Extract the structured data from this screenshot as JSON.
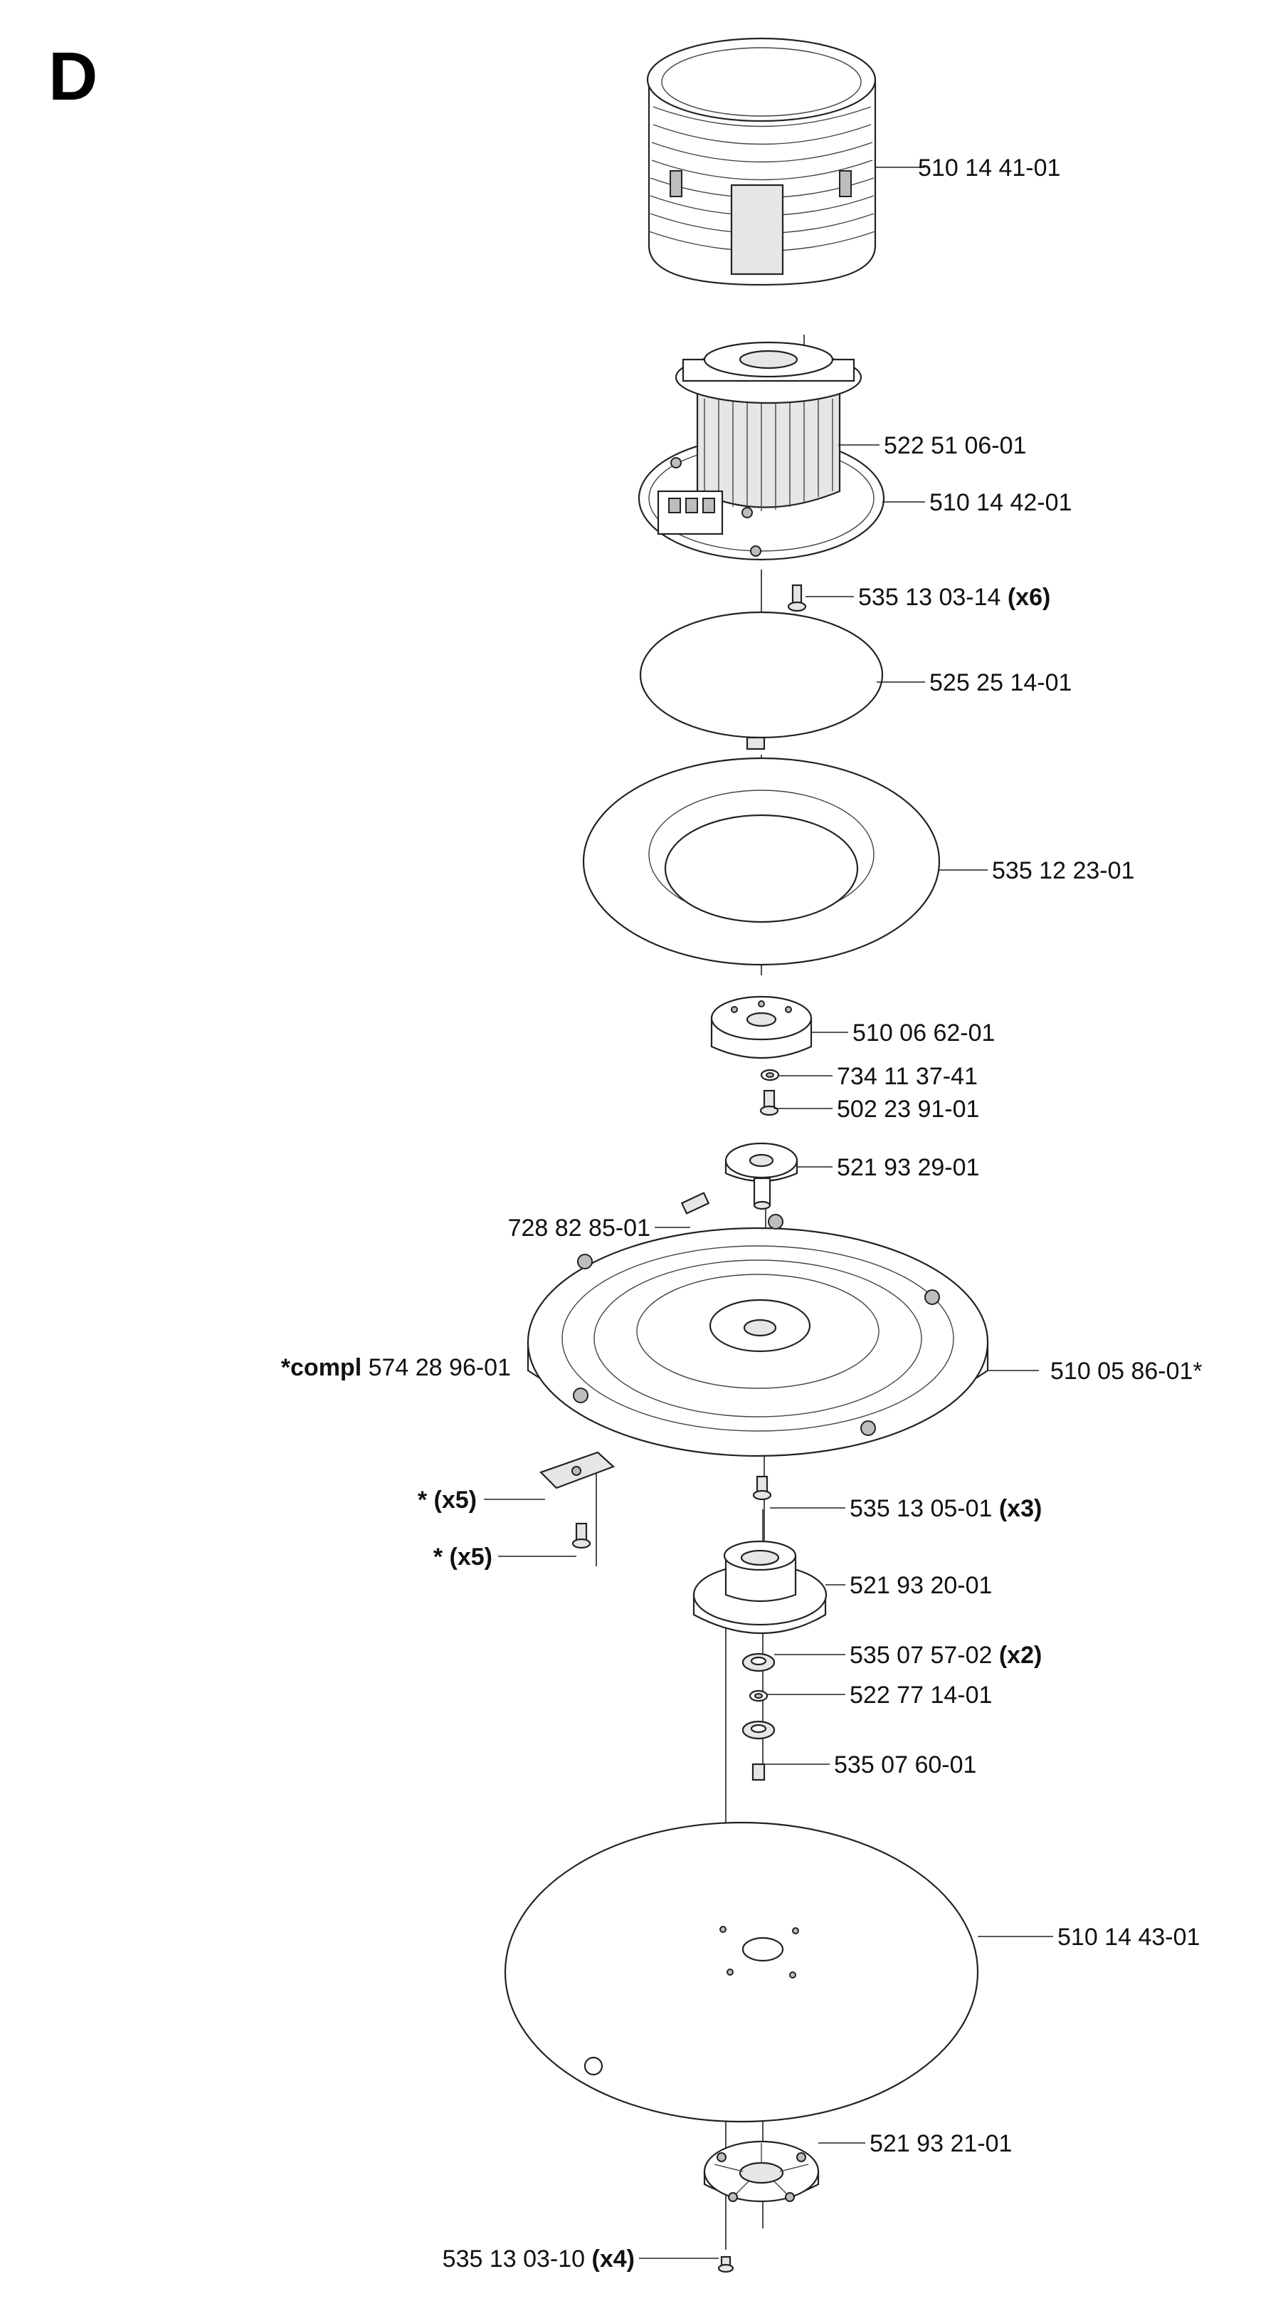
{
  "section_letter": "D",
  "parts": [
    {
      "id": "p1",
      "number": "510 14 41-01",
      "qty": "",
      "prefix": ""
    },
    {
      "id": "p2",
      "number": "522 51 06-01",
      "qty": "",
      "prefix": ""
    },
    {
      "id": "p3",
      "number": "510 14 42-01",
      "qty": "",
      "prefix": ""
    },
    {
      "id": "p4",
      "number": "535 13 03-14",
      "qty": "(x6)",
      "prefix": ""
    },
    {
      "id": "p5",
      "number": "525 25 14-01",
      "qty": "",
      "prefix": ""
    },
    {
      "id": "p6",
      "number": "535 12 23-01",
      "qty": "",
      "prefix": ""
    },
    {
      "id": "p7",
      "number": "510 06 62-01",
      "qty": "",
      "prefix": ""
    },
    {
      "id": "p8",
      "number": "734 11 37-41",
      "qty": "",
      "prefix": ""
    },
    {
      "id": "p9",
      "number": "502 23 91-01",
      "qty": "",
      "prefix": ""
    },
    {
      "id": "p10",
      "number": "521 93 29-01",
      "qty": "",
      "prefix": ""
    },
    {
      "id": "p11",
      "number": "728 82 85-01",
      "qty": "",
      "prefix": ""
    },
    {
      "id": "p12",
      "number": "574 28 96-01",
      "qty": "",
      "prefix": "*compl"
    },
    {
      "id": "p13",
      "number": "510 05 86-01*",
      "qty": "",
      "prefix": ""
    },
    {
      "id": "p14",
      "number": "*",
      "qty": "(x5)",
      "prefix": ""
    },
    {
      "id": "p15",
      "number": "*",
      "qty": "(x5)",
      "prefix": ""
    },
    {
      "id": "p16",
      "number": "535 13 05-01",
      "qty": "(x3)",
      "prefix": ""
    },
    {
      "id": "p17",
      "number": "521 93 20-01",
      "qty": "",
      "prefix": ""
    },
    {
      "id": "p18",
      "number": "535 07 57-02",
      "qty": "(x2)",
      "prefix": ""
    },
    {
      "id": "p19",
      "number": "522 77 14-01",
      "qty": "",
      "prefix": ""
    },
    {
      "id": "p20",
      "number": "535 07 60-01",
      "qty": "",
      "prefix": ""
    },
    {
      "id": "p21",
      "number": "510 14 43-01",
      "qty": "",
      "prefix": ""
    },
    {
      "id": "p22",
      "number": "521 93 21-01",
      "qty": "",
      "prefix": ""
    },
    {
      "id": "p23",
      "number": "535 13 03-10",
      "qty": "(x4)",
      "prefix": ""
    }
  ]
}
